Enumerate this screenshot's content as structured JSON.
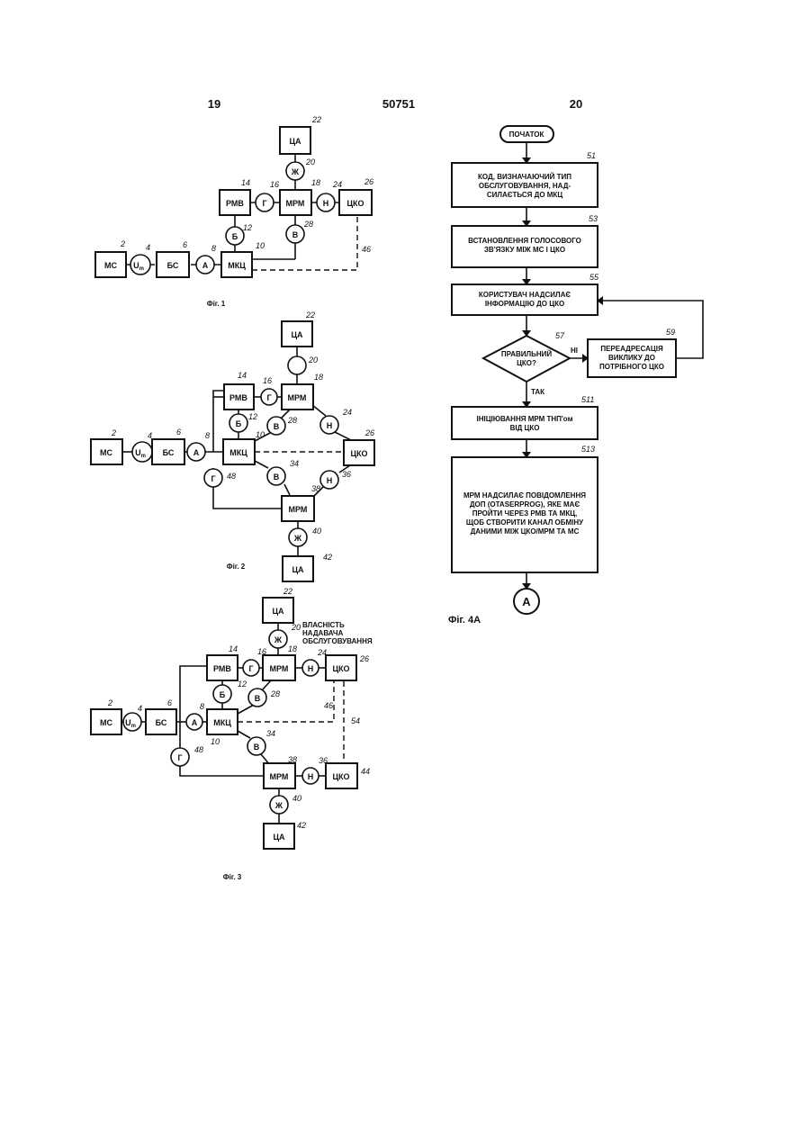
{
  "header": {
    "left": "19",
    "center": "50751",
    "right": "20"
  },
  "labels": {
    "ms": "МС",
    "bs": "БС",
    "mkc": "МКЦ",
    "rmv": "РМВ",
    "mrm": "МРМ",
    "cko": "ЦКО",
    "ca": "ЦА",
    "um": "U",
    "um_sub": "m",
    "a": "А",
    "b": "Б",
    "v": "В",
    "g": "Г",
    "n": "Н",
    "zh": "Ж"
  },
  "fig1": {
    "caption": "Фіг. 1"
  },
  "fig2": {
    "caption": "Фіг. 2"
  },
  "fig3": {
    "caption": "Фіг. 3",
    "note_line1": "ВЛАСНІСТЬ",
    "note_line2": "НАДАВАЧА",
    "note_line3": "ОБСЛУГОВУВАННЯ"
  },
  "flow": {
    "caption": "Фіг. 4А",
    "start": "ПОЧАТОК",
    "s51": {
      "num": "51",
      "l1": "КОД, ВИЗНАЧАЮЧИЙ ТИП",
      "l2": "ОБСЛУГОВУВАННЯ, НАД-",
      "l3": "СИЛАЄТЬСЯ ДО МКЦ"
    },
    "s53": {
      "num": "53",
      "l1": "ВСТАНОВЛЕННЯ ГОЛОСОВОГО",
      "l2": "ЗВ'ЯЗКУ МІЖ МС І ЦКО"
    },
    "s55": {
      "num": "55",
      "l1": "КОРИСТУВАЧ НАДСИЛАЄ",
      "l2": "ІНФОРМАЦІЮ ДО ЦКО"
    },
    "s57": {
      "num": "57",
      "l1": "ПРАВИЛЬНИЙ",
      "l2": "ЦКО?",
      "no": "НІ",
      "yes": "ТАК"
    },
    "s59": {
      "num": "59",
      "l1": "ПЕРЕАДРЕСАЦІЯ",
      "l2": "ВИКЛИКУ ДО",
      "l3": "ПОТРІБНОГО ЦКО"
    },
    "s511": {
      "num": "511",
      "l1": "ІНІЦІЮВАННЯ МРМ ТНП'ом",
      "l2": "ВІД ЦКО"
    },
    "s513": {
      "num": "513",
      "l1": "МРМ НАДСИЛАЄ ПОВІДОМЛЕННЯ",
      "l2": "ДОП (OTASERPROG), ЯКЕ МАЄ",
      "l3": "ПРОЙТИ ЧЕРЕЗ РМВ ТА МКЦ,",
      "l4": "ЩОБ СТВОРИТИ КАНАЛ ОБМІНУ",
      "l5": "ДАНИМИ МІЖ ЦКО/МРМ ТА МС"
    },
    "connector": "А"
  }
}
